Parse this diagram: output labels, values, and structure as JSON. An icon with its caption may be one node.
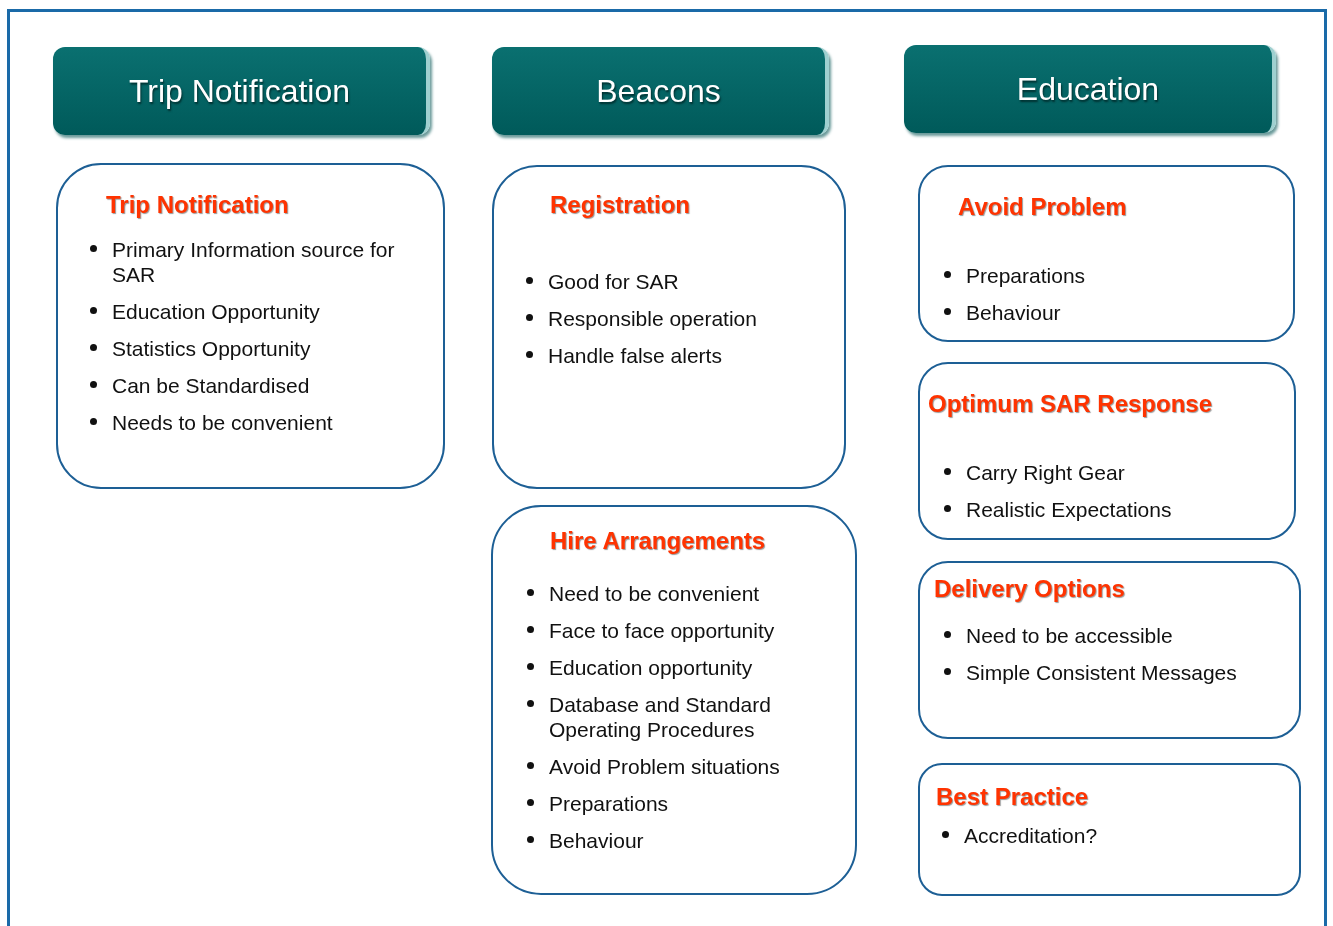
{
  "diagram": {
    "nodes": [
      {
        "text": [
          "Trip Notification"
        ]
      },
      {
        "text": [
          "Beacons"
        ]
      },
      {
        "text": [
          "Education"
        ]
      },
      {
        "text": [
          "Trip Notification",
          "Primary Information source for SAR",
          "Education Opportunity",
          "Statistics Opportunity",
          "Can be Standardised",
          "Needs to be convenient"
        ]
      },
      {
        "text": [
          "Registration",
          "Good for SAR",
          "Responsible operation",
          "Handle false alerts"
        ]
      },
      {
        "text": [
          "Hire Arrangements",
          "Need to be convenient",
          "Face to face opportunity",
          "Education opportunity",
          "Database and Standard Operating Procedures",
          "Avoid Problem situations",
          "Preparations",
          "Behaviour"
        ]
      },
      {
        "text": [
          "Avoid Problem",
          "Preparations",
          "Behaviour"
        ]
      },
      {
        "text": [
          "Optimum SAR Response",
          "Carry Right Gear",
          "Realistic Expectations"
        ]
      },
      {
        "text": [
          "Delivery Options",
          "Need to be accessible",
          "Simple Consistent Messages"
        ]
      },
      {
        "text": [
          "Best Practice",
          "Accreditation?"
        ]
      }
    ],
    "edges": []
  }
}
